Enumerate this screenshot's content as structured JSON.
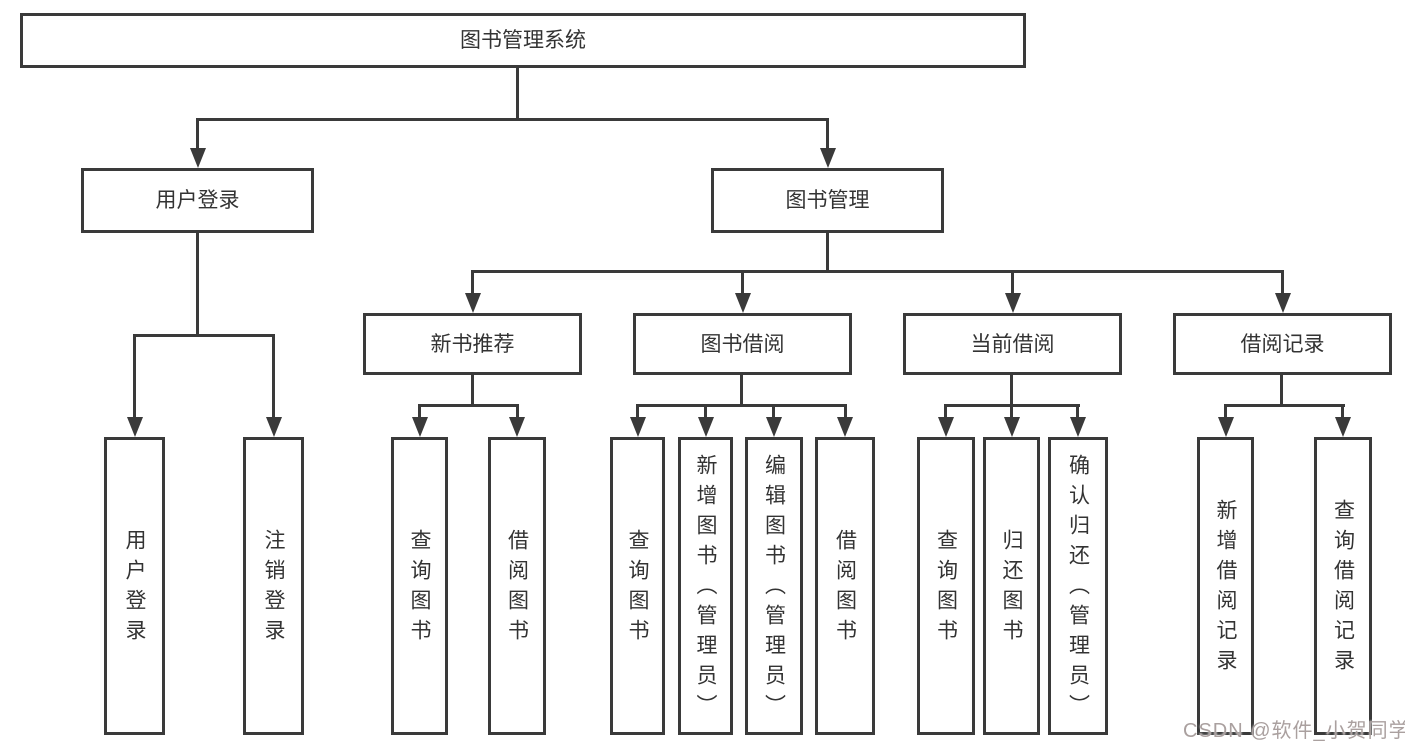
{
  "diagram": {
    "root": {
      "label": "图书管理系统"
    },
    "branches": [
      {
        "label": "用户登录",
        "children": [
          {
            "label": "用户登录"
          },
          {
            "label": "注销登录"
          }
        ]
      },
      {
        "label": "图书管理",
        "children": [
          {
            "label": "新书推荐",
            "children": [
              {
                "label": "查询图书"
              },
              {
                "label": "借阅图书"
              }
            ]
          },
          {
            "label": "图书借阅",
            "children": [
              {
                "label": "查询图书"
              },
              {
                "label": "新增图书（管理员）"
              },
              {
                "label": "编辑图书（管理员）"
              },
              {
                "label": "借阅图书"
              }
            ]
          },
          {
            "label": "当前借阅",
            "children": [
              {
                "label": "查询图书"
              },
              {
                "label": "归还图书"
              },
              {
                "label": "确认归还（管理员）"
              }
            ]
          },
          {
            "label": "借阅记录",
            "children": [
              {
                "label": "新增借阅记录"
              },
              {
                "label": "查询借阅记录"
              }
            ]
          }
        ]
      }
    ]
  },
  "watermark": {
    "text": "CSDN @软件_小贺同学"
  },
  "colors": {
    "background": "#ffffff",
    "line": "#3a3a3a",
    "box_border": "#3a3a3a",
    "box_fill": "#ffffff",
    "text": "#333333",
    "watermark": "#aaa09f"
  }
}
